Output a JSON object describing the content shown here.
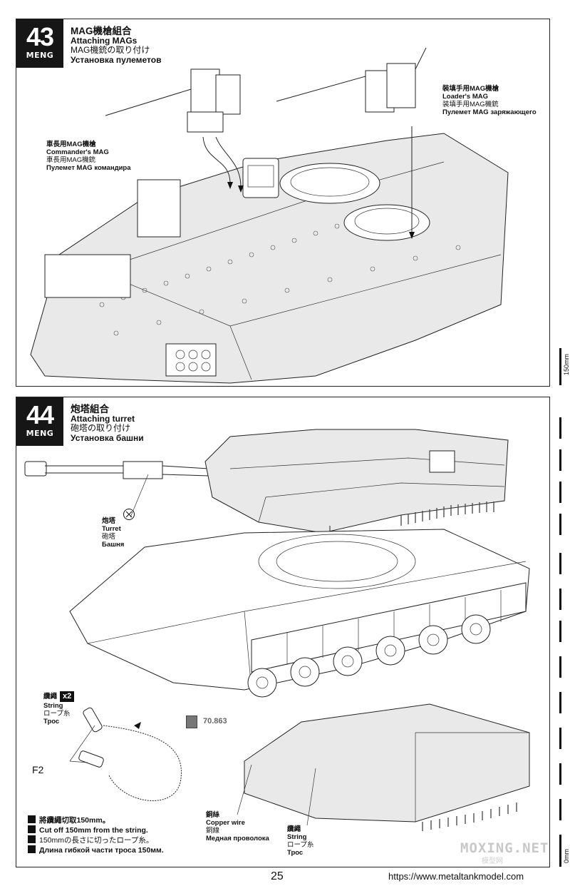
{
  "step43": {
    "number": "43",
    "brand": "MENG",
    "title_zh": "MAG機槍組合",
    "title_en": "Attaching MAGs",
    "title_ja": "MAG機銃の取り付け",
    "title_ru": "Установка пулеметов",
    "commander_label": {
      "zh": "車長用MAG機槍",
      "en": "Commander's MAG",
      "ja": "車長用MAG機銃",
      "ru": "Пулемет MAG командира"
    },
    "loader_label": {
      "zh": "裝填手用MAG機槍",
      "en": "Loader's MAG",
      "ja": "装填手用MAG機銃",
      "ru": "Пулемет MAG заряжающего"
    }
  },
  "step44": {
    "number": "44",
    "brand": "MENG",
    "title_zh": "炮塔組合",
    "title_en": "Attaching turret",
    "title_ja": "砲塔の取り付け",
    "title_ru": "Установка башни",
    "turret_label": {
      "zh": "炮塔",
      "en": "Turret",
      "ja": "砲塔",
      "ru": "Башня"
    },
    "string_label": {
      "zh": "纜繩",
      "en": "String",
      "ja": "ロープ糸",
      "ru": "Трос",
      "count": "x2"
    },
    "paint_code": "70.863",
    "part_f2": "F2",
    "copper_label": {
      "zh": "銅絲",
      "en": "Copper wire",
      "ja": "銅線",
      "ru": "Медная проволока"
    },
    "string_label2": {
      "zh": "纜繩",
      "en": "String",
      "ja": "ロープ糸",
      "ru": "Трос"
    },
    "instructions": [
      "將纜繩切取150mm。",
      "Cut off 150mm from the string.",
      "150mmの長さに切ったロープ糸。",
      "Длина гибкой части троса 150мм."
    ]
  },
  "scale": {
    "top_label": "150mm",
    "bottom_label": "0mm"
  },
  "footer": {
    "page_number": "25",
    "url": "https://www.metaltankmodel.com",
    "watermark": "MOXING.NET",
    "watermark_sub": "模型网"
  }
}
